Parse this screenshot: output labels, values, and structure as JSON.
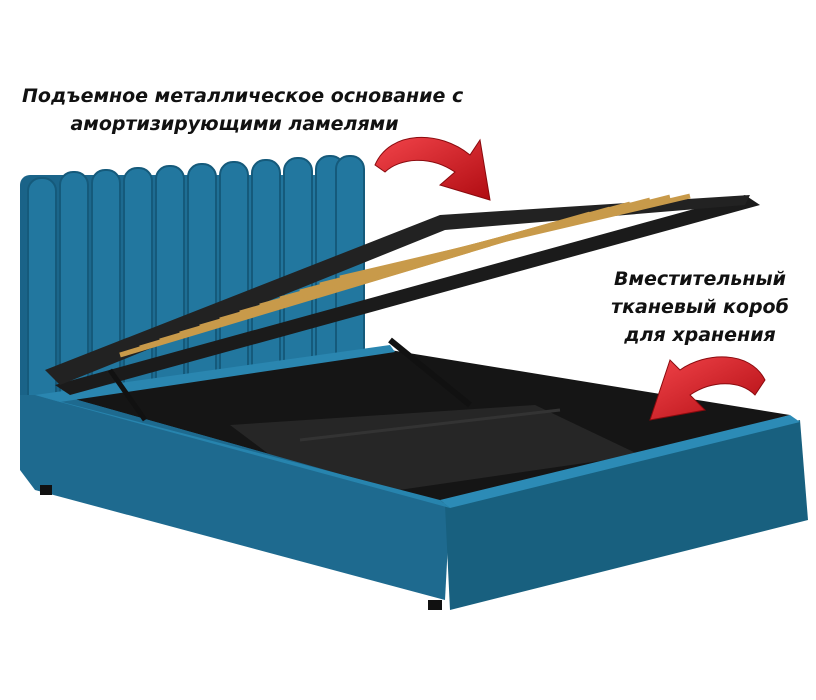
{
  "captions": {
    "lift_base": {
      "lines": [
        "Подъемное металлическое основание с",
        "амортизирующими ламелями"
      ]
    },
    "storage_box": {
      "lines": [
        "Вместительный",
        "тканевый короб",
        "для хранения"
      ]
    }
  },
  "colors": {
    "upholstery": "#1f6f93",
    "upholstery_dark": "#16506b",
    "frame_black": "#1b1b1b",
    "slat_wood": "#c89a4a",
    "arrow_red": "#d8141a"
  },
  "icons": [
    "curved-arrow-icon",
    "curved-arrow-icon"
  ]
}
